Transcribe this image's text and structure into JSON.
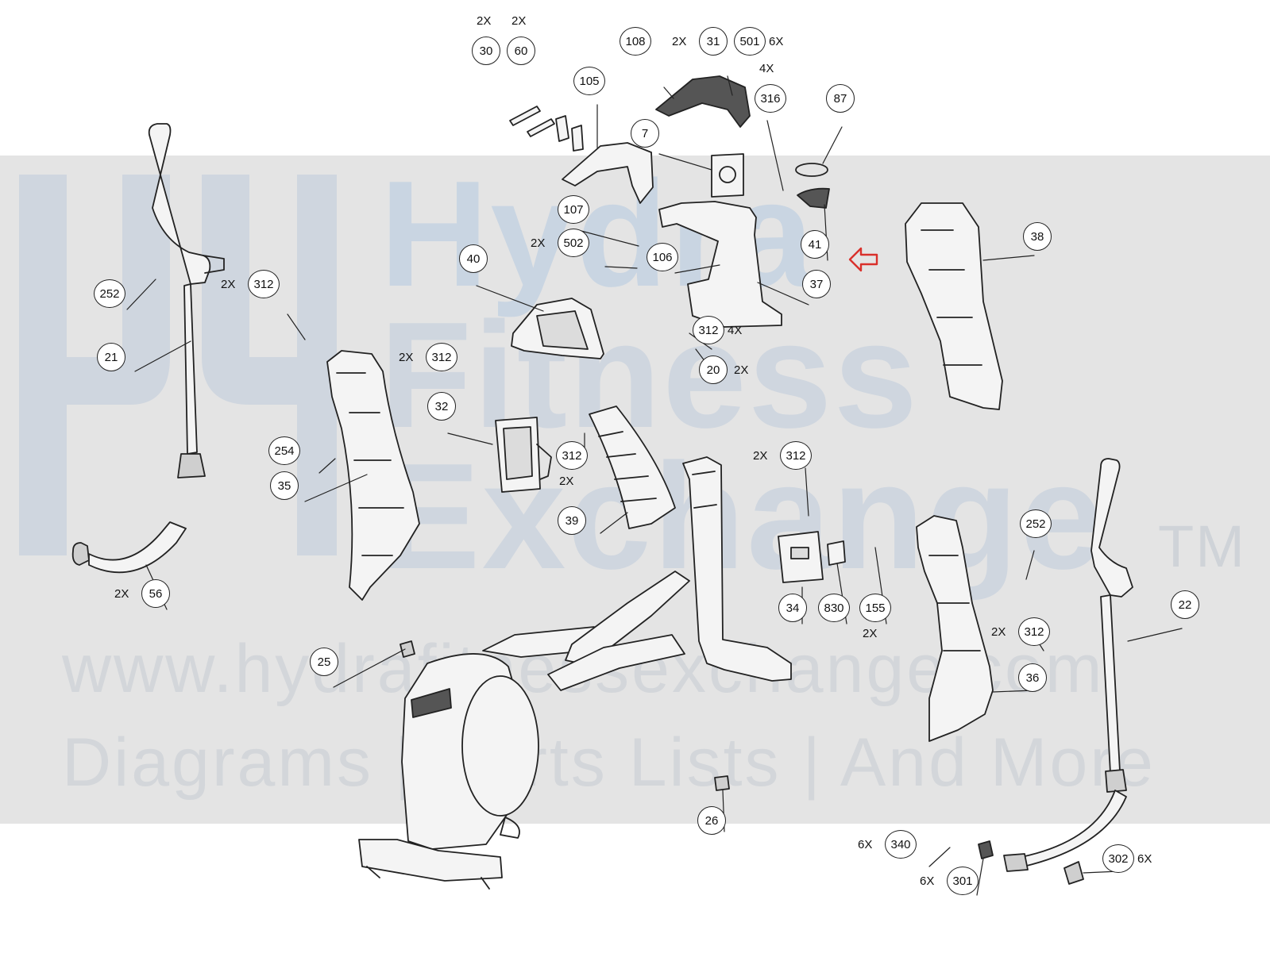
{
  "watermark": {
    "line1": "Hydra",
    "line2": "Fitness",
    "line3": "Exchange",
    "tm": "TM",
    "url": "www.hydrafitnessexchange.com",
    "tagline": "Diagrams | Parts Lists | And More"
  },
  "callouts": [
    {
      "id": "30",
      "label": "30",
      "qty": "2X",
      "qty_pos": "above"
    },
    {
      "id": "60",
      "label": "60",
      "qty": "2X",
      "qty_pos": "above"
    },
    {
      "id": "108",
      "label": "108",
      "qty": "",
      "qty_pos": ""
    },
    {
      "id": "31",
      "label": "31",
      "qty": "2X",
      "qty_pos": "left"
    },
    {
      "id": "501",
      "label": "501",
      "qty": "6X",
      "qty_pos": "right"
    },
    {
      "id": "316",
      "label": "316",
      "qty": "4X",
      "qty_pos": "above"
    },
    {
      "id": "87",
      "label": "87",
      "qty": "",
      "qty_pos": ""
    },
    {
      "id": "105",
      "label": "105",
      "qty": "",
      "qty_pos": ""
    },
    {
      "id": "7",
      "label": "7",
      "qty": "",
      "qty_pos": ""
    },
    {
      "id": "107",
      "label": "107",
      "qty": "",
      "qty_pos": ""
    },
    {
      "id": "502",
      "label": "502",
      "qty": "2X",
      "qty_pos": "left"
    },
    {
      "id": "41",
      "label": "41",
      "qty": "",
      "qty_pos": ""
    },
    {
      "id": "38",
      "label": "38",
      "qty": "",
      "qty_pos": ""
    },
    {
      "id": "106",
      "label": "106",
      "qty": "",
      "qty_pos": ""
    },
    {
      "id": "40",
      "label": "40",
      "qty": "",
      "qty_pos": ""
    },
    {
      "id": "37",
      "label": "37",
      "qty": "",
      "qty_pos": ""
    },
    {
      "id": "252a",
      "label": "252",
      "qty": "",
      "qty_pos": ""
    },
    {
      "id": "312a",
      "label": "312",
      "qty": "2X",
      "qty_pos": "left"
    },
    {
      "id": "312b",
      "label": "312",
      "qty": "4X",
      "qty_pos": "right"
    },
    {
      "id": "21",
      "label": "21",
      "qty": "",
      "qty_pos": ""
    },
    {
      "id": "312c",
      "label": "312",
      "qty": "2X",
      "qty_pos": "left"
    },
    {
      "id": "20",
      "label": "20",
      "qty": "2X",
      "qty_pos": "right"
    },
    {
      "id": "32",
      "label": "32",
      "qty": "",
      "qty_pos": ""
    },
    {
      "id": "312d",
      "label": "312",
      "qty": "2X",
      "qty_pos": "below"
    },
    {
      "id": "254",
      "label": "254",
      "qty": "",
      "qty_pos": ""
    },
    {
      "id": "35",
      "label": "35",
      "qty": "",
      "qty_pos": ""
    },
    {
      "id": "312e",
      "label": "312",
      "qty": "2X",
      "qty_pos": "left"
    },
    {
      "id": "39",
      "label": "39",
      "qty": "",
      "qty_pos": ""
    },
    {
      "id": "252b",
      "label": "252",
      "qty": "",
      "qty_pos": ""
    },
    {
      "id": "56",
      "label": "56",
      "qty": "2X",
      "qty_pos": "left"
    },
    {
      "id": "34",
      "label": "34",
      "qty": "",
      "qty_pos": ""
    },
    {
      "id": "830",
      "label": "830",
      "qty": "",
      "qty_pos": ""
    },
    {
      "id": "155",
      "label": "155",
      "qty": "2X",
      "qty_pos": "below"
    },
    {
      "id": "22",
      "label": "22",
      "qty": "",
      "qty_pos": ""
    },
    {
      "id": "312f",
      "label": "312",
      "qty": "2X",
      "qty_pos": "left"
    },
    {
      "id": "25",
      "label": "25",
      "qty": "",
      "qty_pos": ""
    },
    {
      "id": "36",
      "label": "36",
      "qty": "",
      "qty_pos": ""
    },
    {
      "id": "26",
      "label": "26",
      "qty": "",
      "qty_pos": ""
    },
    {
      "id": "340",
      "label": "340",
      "qty": "6X",
      "qty_pos": "left"
    },
    {
      "id": "302",
      "label": "302",
      "qty": "6X",
      "qty_pos": "right"
    },
    {
      "id": "301",
      "label": "301",
      "qty": "6X",
      "qty_pos": "left"
    }
  ],
  "highlight": {
    "target": "41",
    "color": "#d9302b"
  },
  "colors": {
    "line": "#222222",
    "watermark_band": "#e4e4e4",
    "watermark_text": "#cfd6df"
  }
}
